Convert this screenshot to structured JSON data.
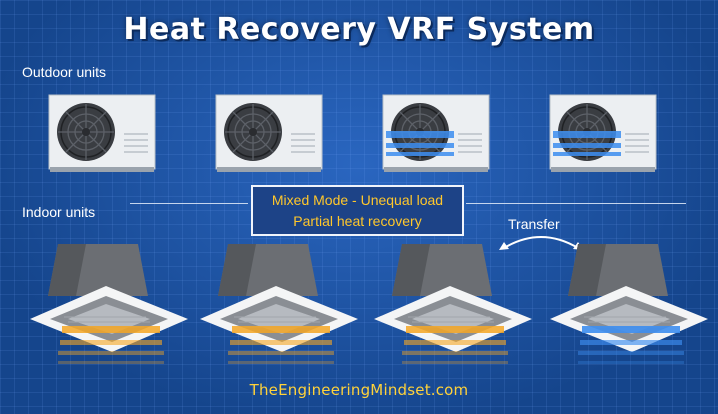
{
  "title": "Heat Recovery VRF System",
  "outdoor_label": "Outdoor units",
  "indoor_label": "Indoor units",
  "mode_box": {
    "line1": "Mixed Mode - Unequal load",
    "line2": "Partial heat recovery"
  },
  "transfer_label": "Transfer",
  "website": "TheEngineeringMindset.com",
  "outdoor_units": [
    {
      "coil": "none"
    },
    {
      "coil": "none"
    },
    {
      "coil": "blue"
    },
    {
      "coil": "blue"
    }
  ],
  "indoor_units": [
    {
      "mode": "heating"
    },
    {
      "mode": "heating"
    },
    {
      "mode": "heating"
    },
    {
      "mode": "cooling"
    }
  ],
  "colors": {
    "background": "#1a4f9c",
    "heating": "#f5a623",
    "cooling": "#3d8ef0",
    "accent_text": "#ffc72c"
  }
}
